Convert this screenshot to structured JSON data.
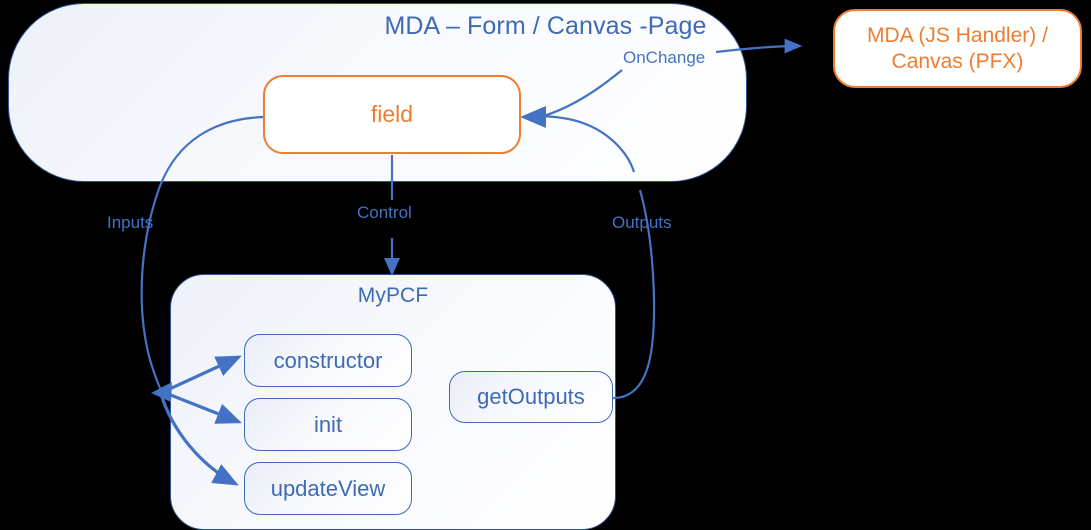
{
  "diagram": {
    "title": "PCF control lifecycle diagram",
    "background_color": "#000000",
    "accent_blue": "#4472c4",
    "accent_blue_dark": "#2f5597",
    "accent_orange": "#ed7d31",
    "text_blue": "#3f6ab4"
  },
  "containers": {
    "mda": {
      "label": "MDA – Form / Canvas -Page"
    },
    "mypcf": {
      "label": "MyPCF"
    }
  },
  "nodes": {
    "field": {
      "label": "field",
      "color": "#ed7d31"
    },
    "handler": {
      "line1": "MDA (JS Handler) /",
      "line2": "Canvas (PFX)",
      "color": "#ed7d31"
    },
    "constructor": {
      "label": "constructor"
    },
    "init": {
      "label": "init"
    },
    "update_view": {
      "label": "updateView"
    },
    "get_outputs": {
      "label": "getOutputs"
    }
  },
  "edges": {
    "inputs": {
      "label": "Inputs"
    },
    "control": {
      "label": "Control"
    },
    "outputs": {
      "label": "Outputs"
    },
    "onchange": {
      "label": "OnChange"
    }
  },
  "chart_data": {
    "type": "diagram",
    "title": "MDA – Form / Canvas -Page to MyPCF control flow",
    "nodes": [
      {
        "id": "mda",
        "label": "MDA – Form / Canvas -Page",
        "kind": "container",
        "color": "#2f5597"
      },
      {
        "id": "field",
        "label": "field",
        "kind": "box",
        "color": "#ed7d31",
        "parent": "mda"
      },
      {
        "id": "handler",
        "label": "MDA (JS Handler) / Canvas (PFX)",
        "kind": "box",
        "color": "#ed7d31"
      },
      {
        "id": "mypcf",
        "label": "MyPCF",
        "kind": "container",
        "color": "#2f5597"
      },
      {
        "id": "constructor",
        "label": "constructor",
        "kind": "pill",
        "parent": "mypcf"
      },
      {
        "id": "init",
        "label": "init",
        "kind": "pill",
        "parent": "mypcf"
      },
      {
        "id": "updateView",
        "label": "updateView",
        "kind": "pill",
        "parent": "mypcf"
      },
      {
        "id": "getOutputs",
        "label": "getOutputs",
        "kind": "pill",
        "parent": "mypcf"
      }
    ],
    "edges": [
      {
        "from": "field",
        "to": "constructor",
        "label": "Inputs"
      },
      {
        "from": "field",
        "to": "init",
        "label": "Inputs"
      },
      {
        "from": "field",
        "to": "updateView",
        "label": "Inputs"
      },
      {
        "from": "field",
        "to": "mypcf",
        "label": "Control"
      },
      {
        "from": "getOutputs",
        "to": "field",
        "label": "Outputs"
      },
      {
        "from": "field",
        "to": "handler",
        "label": "OnChange"
      }
    ]
  }
}
